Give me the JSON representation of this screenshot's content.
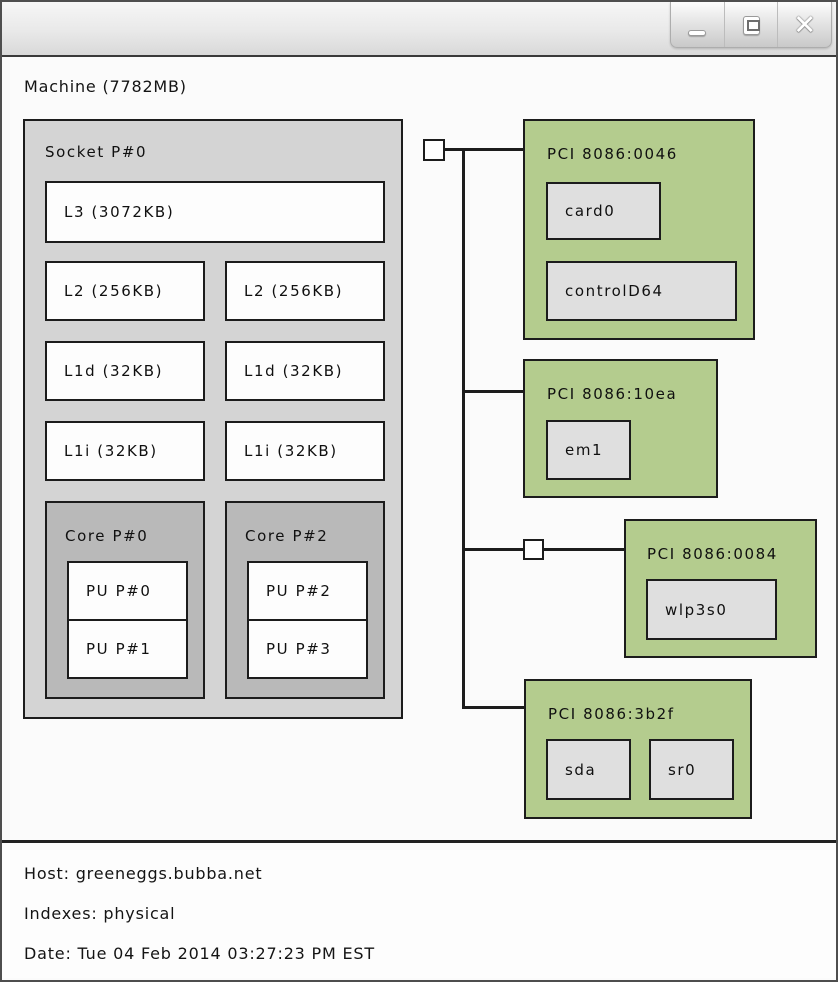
{
  "window": {
    "title": "",
    "controls": {
      "minimize_label": "minimize",
      "maximize_label": "maximize",
      "close_label": "close",
      "close_glyph": "✕"
    }
  },
  "machine": {
    "label": "Machine (7782MB)",
    "socket": {
      "label": "Socket P#0",
      "l3": "L3 (3072KB)",
      "columns": [
        {
          "l2": "L2 (256KB)",
          "l1d": "L1d (32KB)",
          "l1i": "L1i (32KB)",
          "core": {
            "label": "Core P#0",
            "pus": [
              "PU P#0",
              "PU P#1"
            ]
          }
        },
        {
          "l2": "L2 (256KB)",
          "l1d": "L1d (32KB)",
          "l1i": "L1i (32KB)",
          "core": {
            "label": "Core P#2",
            "pus": [
              "PU P#2",
              "PU P#3"
            ]
          }
        }
      ]
    },
    "pci": [
      {
        "label": "PCI 8086:0046",
        "devices": [
          "card0",
          "controlD64"
        ]
      },
      {
        "label": "PCI 8086:10ea",
        "devices": [
          "em1"
        ]
      },
      {
        "label": "PCI 8086:0084",
        "devices": [
          "wlp3s0"
        ]
      },
      {
        "label": "PCI 8086:3b2f",
        "devices": [
          "sda",
          "sr0"
        ]
      }
    ]
  },
  "footer": {
    "host": "Host: greeneggs.bubba.net",
    "indexes": "Indexes: physical",
    "date": "Date: Tue 04 Feb 2014 03:27:23 PM EST"
  },
  "colors": {
    "pci_green": "#b4cc8e",
    "socket_gray": "#d4d4d4",
    "core_gray": "#b9b9b9",
    "device_gray": "#dfdfdf",
    "box_border": "#1c1c1c"
  }
}
